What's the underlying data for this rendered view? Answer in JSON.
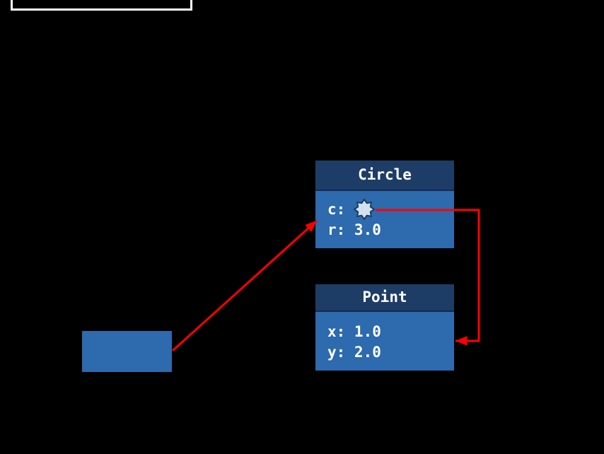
{
  "colors": {
    "background": "#000000",
    "frame_white": "#ffffff",
    "box_header": "#1e3d66",
    "box_body": "#2d6aae",
    "divider": "#13294a",
    "text_white": "#ffffff",
    "star_fill": "#d4e2f0",
    "star_stroke": "#1d3b64",
    "arrow_red": "#ff0000"
  },
  "circle_object": {
    "title": "Circle",
    "field_c_label": "c:",
    "field_r_text": "r: 3.0"
  },
  "point_object": {
    "title": "Point",
    "field_x_text": "x: 1.0",
    "field_y_text": "y: 2.0"
  },
  "icons": {
    "c_value_icon": "eight-point-star-icon"
  }
}
